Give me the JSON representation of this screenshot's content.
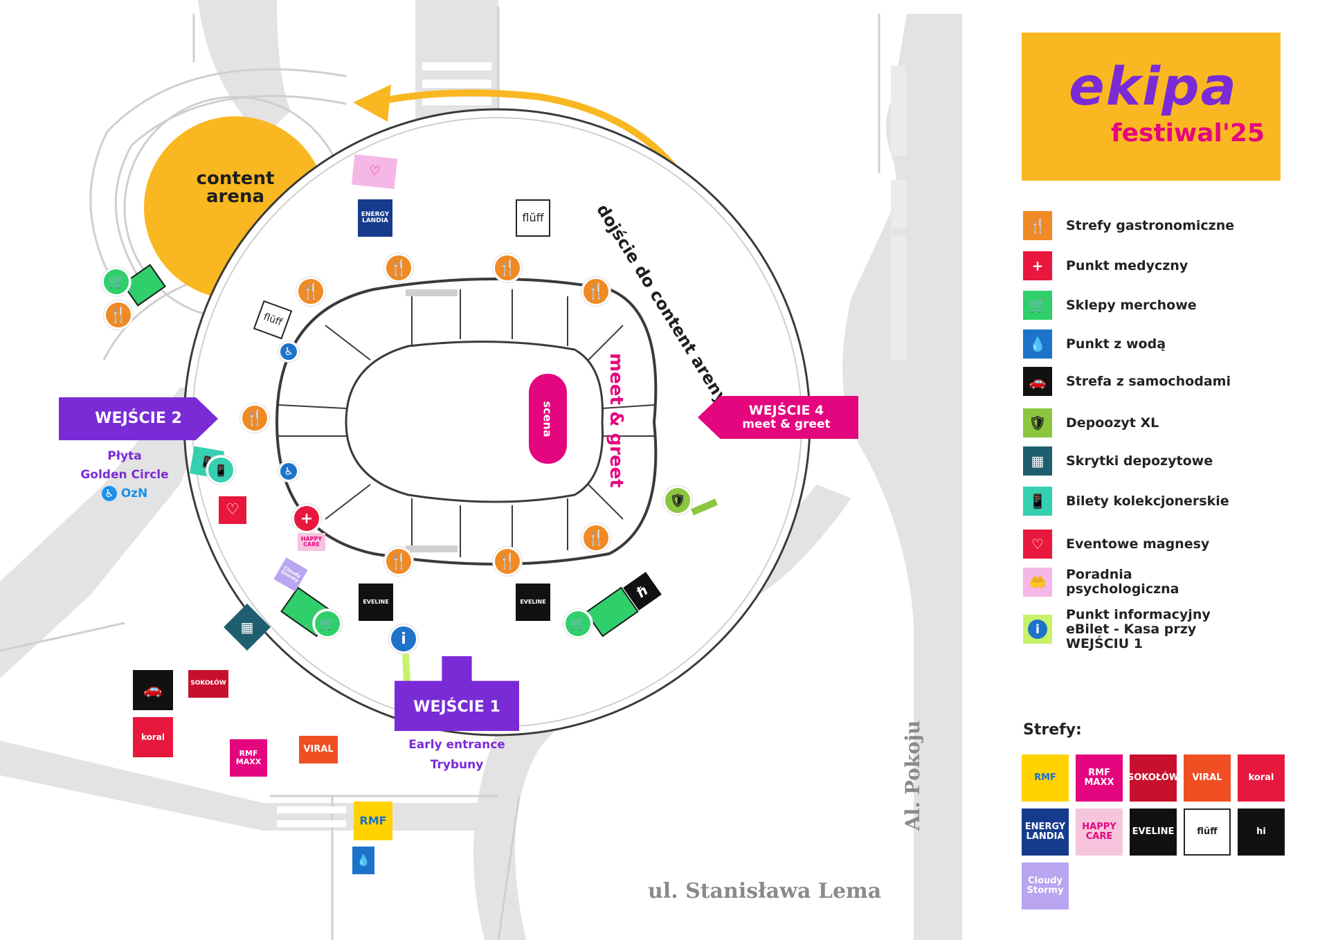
{
  "logo": {
    "brand": "ekipa",
    "event": "festiwal'25",
    "bg": "#f9b821",
    "purple": "#7a2bd6",
    "pink": "#e4067e"
  },
  "map": {
    "content_arena": {
      "line1": "content",
      "line2": "arena"
    },
    "route_label": "dojście do content areny",
    "stage": "scena",
    "meet_greet_vertical": "meet & greet",
    "street_south": "ul. Stanisława Lema",
    "street_east": "Al. Pokoju",
    "entrances": {
      "e1": {
        "title": "WEJŚCIE 1",
        "sub1": "Early entrance",
        "sub2": "Trybuny"
      },
      "e2": {
        "title": "WEJŚCIE 2",
        "sub1": "Płyta",
        "sub2": "Golden Circle",
        "sub3": "OzN"
      },
      "e4": {
        "title": "WEJŚCIE 4",
        "sub": "meet & greet"
      }
    },
    "sponsor_labels": {
      "energylandia": "ENERGY LANDIA",
      "fluff": "flŭff",
      "eveline": "EVELINE",
      "happy_care": "HAPPY CARE",
      "cloudy_stormy": "Cloudy Stormy",
      "sokolow": "SOKOŁÓW",
      "koral": "koral",
      "rmf_maxx": "RMF MAXX",
      "viral": "VIRAL",
      "rmf": "RMF"
    }
  },
  "legend": {
    "items": [
      {
        "label": "Strefy gastronomiczne",
        "color": "#f08a24",
        "icon": "fork-knife-icon",
        "glyph": "🍴"
      },
      {
        "label": "Punkt medyczny",
        "color": "#e8173e",
        "icon": "medical-cross-icon",
        "glyph": "+"
      },
      {
        "label": "Sklepy merchowe",
        "color": "#2fd06b",
        "icon": "shopping-cart-icon",
        "glyph": "🛒"
      },
      {
        "label": "Punkt z wodą",
        "color": "#1c73c9",
        "icon": "water-drop-icon",
        "glyph": "💧"
      },
      {
        "label": "Strefa z samochodami",
        "color": "#111111",
        "icon": "car-icon",
        "glyph": "🚗"
      },
      {
        "label": "Depoozyt XL",
        "color": "#8cc63f",
        "icon": "shield-lock-icon",
        "glyph": "🛡"
      },
      {
        "label": "Skrytki depozytowe",
        "color": "#1e5e6e",
        "icon": "lockers-icon",
        "glyph": "▦"
      },
      {
        "label": "Bilety kolekcjonerskie",
        "color": "#34d0b0",
        "icon": "ticket-phone-icon",
        "glyph": "📱"
      },
      {
        "label": "Eventowe magnesy",
        "color": "#e8173e",
        "icon": "heart-icon",
        "glyph": "♡"
      },
      {
        "label": "Poradnia psychologiczna",
        "color": "#f5b8e6",
        "icon": "care-hand-icon",
        "glyph": "🤲"
      },
      {
        "label": "Punkt informacyjny eBilet - Kasa przy WEJŚCIU 1",
        "color": "#c8f26a",
        "icon": "info-icon",
        "glyph": "i"
      }
    ]
  },
  "zones": {
    "title": "Strefy:",
    "tiles": [
      {
        "label": "RMF",
        "bg": "#ffd200",
        "fg": "#1c6fd1"
      },
      {
        "label": "RMF MAXX",
        "bg": "#e4067e",
        "fg": "#ffffff"
      },
      {
        "label": "SOKOŁÓW",
        "bg": "#c8102e",
        "fg": "#ffffff"
      },
      {
        "label": "VIRAL",
        "bg": "#f04e23",
        "fg": "#ffffff"
      },
      {
        "label": "koral",
        "bg": "#e8173e",
        "fg": "#ffffff"
      },
      {
        "label": "ENERGY LANDIA",
        "bg": "#163b8c",
        "fg": "#ffffff"
      },
      {
        "label": "HAPPY CARE",
        "bg": "#f7c4dd",
        "fg": "#e4067e"
      },
      {
        "label": "EVELINE",
        "bg": "#111111",
        "fg": "#ffffff"
      },
      {
        "label": "flŭff",
        "bg": "#ffffff",
        "fg": "#222222"
      },
      {
        "label": "hi",
        "bg": "#111111",
        "fg": "#ffffff"
      },
      {
        "label": "Cloudy Stormy",
        "bg": "#b9a5f0",
        "fg": "#ffffff"
      }
    ]
  }
}
